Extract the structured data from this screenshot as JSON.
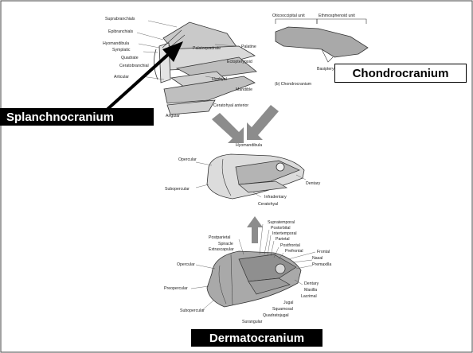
{
  "panels": {
    "splanchnocranium": {
      "labels": [
        "Suprabranchials",
        "Epibranchials",
        "Hyomandibula",
        "Symplatic",
        "Quadrate",
        "Ceratobranchial",
        "Articular",
        "Angular",
        "Palatoquadrate",
        "Palatine",
        "Ectopterygoid",
        "Hyphyal",
        "Mandible",
        "Ceratohyal anterior"
      ]
    },
    "chondrocranium": {
      "labels": [
        "Oticooccipital unit",
        "Ethmosphenoid unit",
        "Basipterygoid process"
      ],
      "caption": "(b) Chondrocranium"
    },
    "assembled": {
      "labels": [
        "Hyomandibula",
        "Opercular",
        "Subopercular",
        "Dentary",
        "Infradentary",
        "Ceratohyal"
      ]
    },
    "dermatocranium": {
      "labels": [
        "Supratemporal",
        "Postorbital",
        "Intertemporal",
        "Parietal",
        "Postfrontal",
        "Prefrontal",
        "Frontal",
        "Nasal",
        "Premaxilla",
        "Postparietal",
        "Spiracle",
        "Extrascapular",
        "Opercular",
        "Preopercular",
        "Subopercular",
        "Dentary",
        "Maxilla",
        "Lacrimal",
        "Jugal",
        "Squamosal",
        "Quadratojugal",
        "Surangular"
      ]
    }
  },
  "callouts": {
    "chondrocranium": "Chondrocranium",
    "splanchnocranium": "Splanchnocranium",
    "dermatocranium": "Dermatocranium"
  }
}
